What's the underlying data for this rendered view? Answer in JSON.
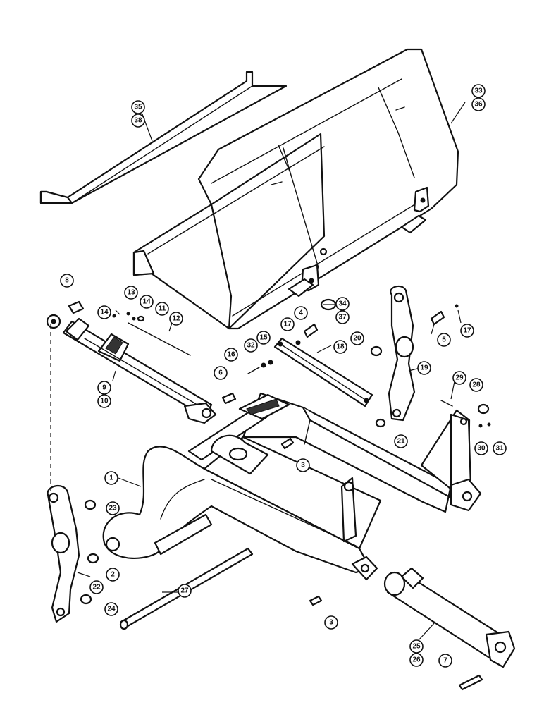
{
  "callouts": {
    "c1": "1",
    "c2": "2",
    "c3a": "3",
    "c3b": "3",
    "c4": "4",
    "c5": "5",
    "c6": "6",
    "c7": "7",
    "c8": "8",
    "c9": "9",
    "c10": "10",
    "c11": "11",
    "c12": "12",
    "c13": "13",
    "c14a": "14",
    "c14b": "14",
    "c15": "15",
    "c16": "16",
    "c17a": "17",
    "c17b": "17",
    "c18": "18",
    "c19": "19",
    "c20": "20",
    "c21": "21",
    "c22": "22",
    "c23": "23",
    "c24": "24",
    "c25": "25",
    "c26": "26",
    "c27": "27",
    "c28": "28",
    "c29": "29",
    "c30": "30",
    "c31": "31",
    "c32": "32",
    "c33": "33",
    "c34": "34",
    "c35": "35",
    "c36": "36",
    "c37": "37",
    "c38": "38"
  }
}
